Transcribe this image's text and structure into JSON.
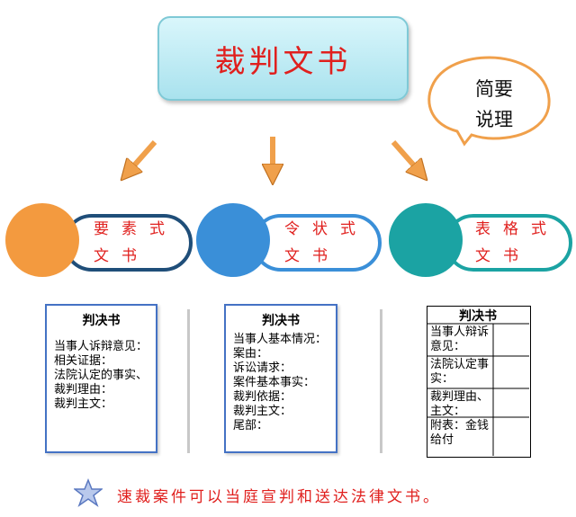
{
  "title": "裁判文书",
  "bubble": {
    "line1": "简要",
    "line2": "说理"
  },
  "nodes": [
    {
      "line1": "要素式",
      "line2": "文书",
      "color": "#f39a3f",
      "border": "#1f4e79"
    },
    {
      "line1": "令状式",
      "line2": "文书",
      "color": "#3a8fd8",
      "border": "#3a8fd8"
    },
    {
      "line1": "表格式",
      "line2": "文书",
      "color": "#1ba3a3",
      "border": "#1ba3a3"
    }
  ],
  "docs": [
    {
      "title": "判决书",
      "lines": [
        "当事人诉辩意见：",
        "相关证据：",
        "法院认定的事实、",
        "裁判理由：",
        "裁判主文："
      ]
    },
    {
      "title": "判决书",
      "lines": [
        "当事人基本情况：",
        "案由：",
        "诉讼请求：",
        "案件基本事实：",
        "裁判依据：",
        "裁判主文：",
        "尾部："
      ]
    },
    {
      "title": "判决书",
      "cells": [
        "当事人辩诉意见：",
        "法院认定事实：",
        "裁判理由、主文：",
        "附表：金钱给付"
      ]
    }
  ],
  "footer": "速裁案件可以当庭宣判和送达法律文书。",
  "colors": {
    "arrow": "#f0a04b",
    "title_text": "#e0201e",
    "node_text": "#e0201e"
  }
}
